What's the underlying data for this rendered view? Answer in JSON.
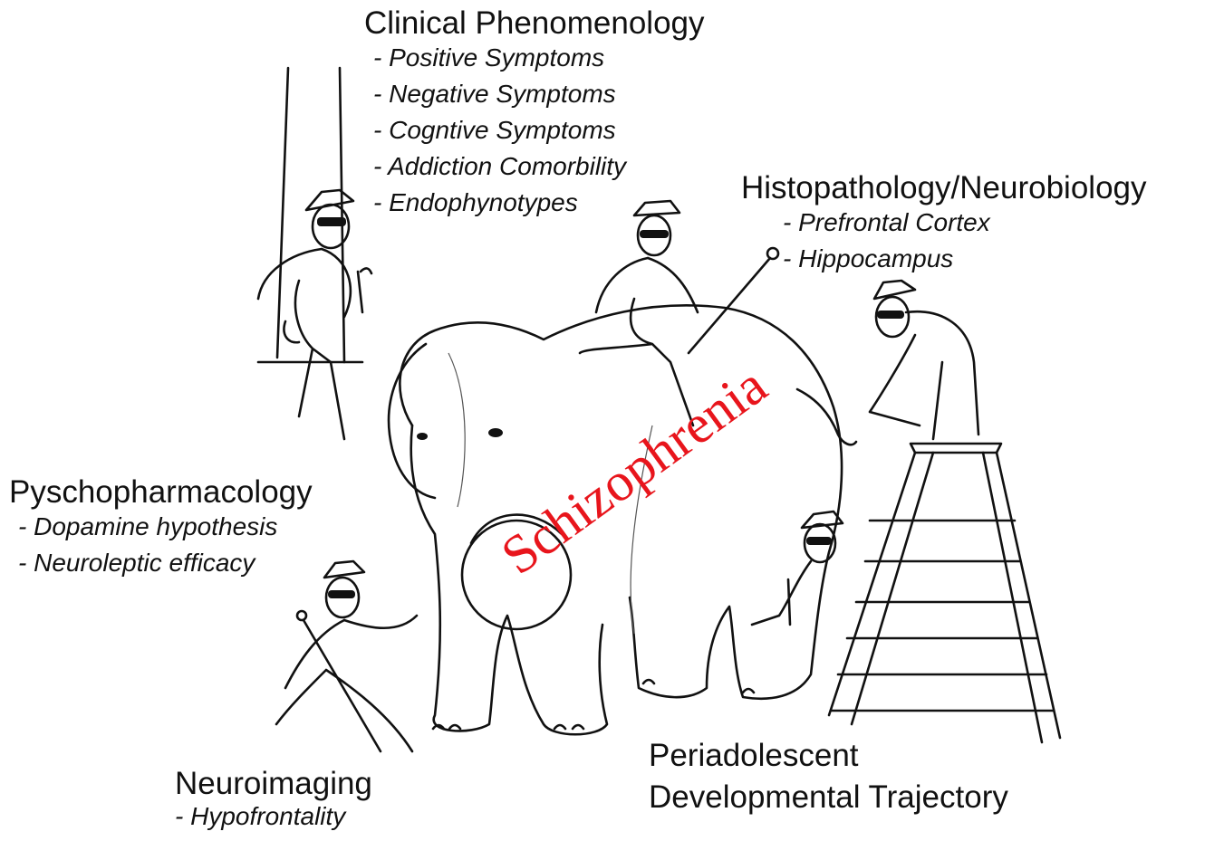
{
  "accent_color": "#e8151c",
  "center_label": "Schizophrenia",
  "groups": {
    "clinical": {
      "heading": "Clinical Phenomenology",
      "items": [
        "- Positive Symptoms",
        "- Negative Symptoms",
        "- Cogntive Symptoms",
        "- Addiction Comorbility",
        "- Endophynotypes"
      ]
    },
    "histopathology": {
      "heading": "Histopathology/Neurobiology",
      "items": [
        "- Prefrontal Cortex",
        "- Hippocampus"
      ]
    },
    "psychopharmacology": {
      "heading": "Pyschopharmacology",
      "items": [
        "- Dopamine hypothesis",
        "- Neuroleptic efficacy"
      ]
    },
    "neuroimaging": {
      "heading": "Neuroimaging",
      "items": [
        "- Hypofrontality"
      ]
    },
    "developmental": {
      "heading_line1": "Periadolescent",
      "heading_line2": "Developmental Trajectory"
    }
  }
}
